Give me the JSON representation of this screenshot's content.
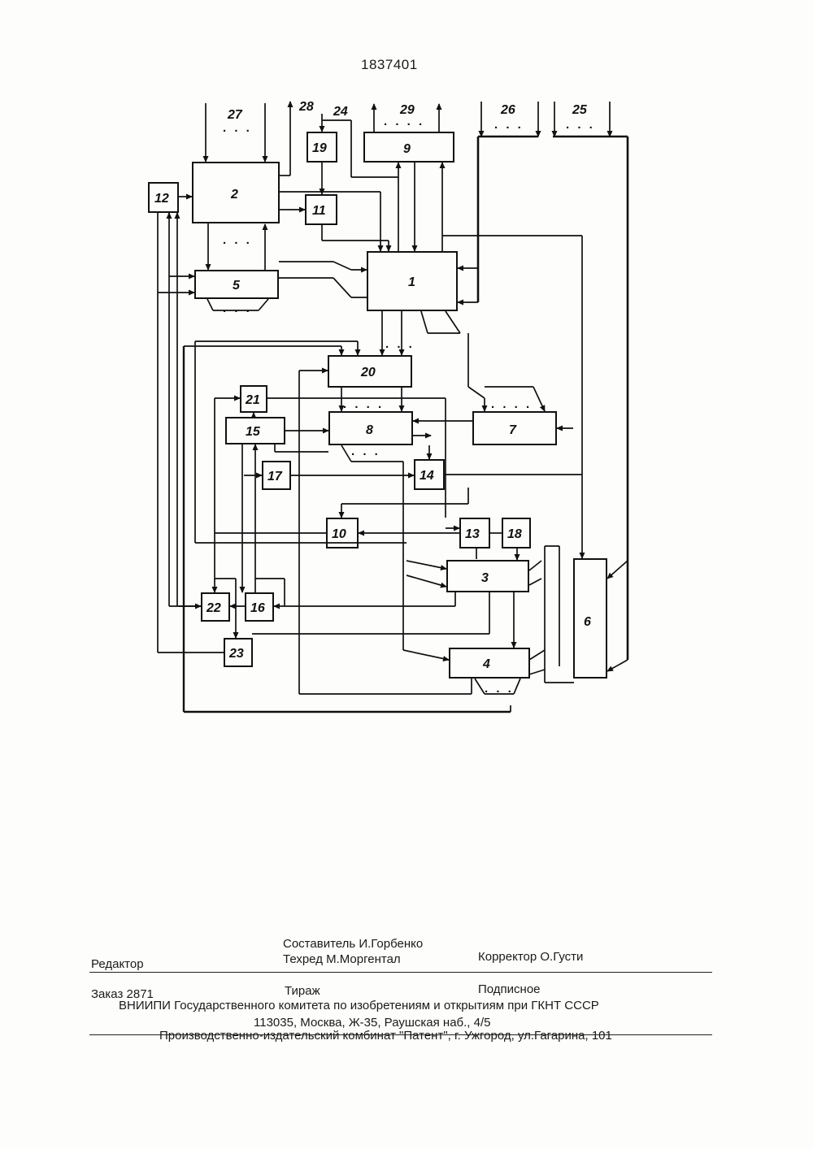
{
  "document": {
    "page_number": "1837401"
  },
  "diagram": {
    "blocks": [
      {
        "id": "b1",
        "label": "1"
      },
      {
        "id": "b2",
        "label": "2"
      },
      {
        "id": "b3",
        "label": "3"
      },
      {
        "id": "b4",
        "label": "4"
      },
      {
        "id": "b5",
        "label": "5"
      },
      {
        "id": "b6",
        "label": "6"
      },
      {
        "id": "b7",
        "label": "7"
      },
      {
        "id": "b8",
        "label": "8"
      },
      {
        "id": "b9",
        "label": "9"
      },
      {
        "id": "b10",
        "label": "10"
      },
      {
        "id": "b11",
        "label": "11"
      },
      {
        "id": "b12",
        "label": "12"
      },
      {
        "id": "b13",
        "label": "13"
      },
      {
        "id": "b14",
        "label": "14"
      },
      {
        "id": "b15",
        "label": "15"
      },
      {
        "id": "b16",
        "label": "16"
      },
      {
        "id": "b17",
        "label": "17"
      },
      {
        "id": "b18",
        "label": "18"
      },
      {
        "id": "b19",
        "label": "19"
      },
      {
        "id": "b20",
        "label": "20"
      },
      {
        "id": "b21",
        "label": "21"
      },
      {
        "id": "b22",
        "label": "22"
      },
      {
        "id": "b23",
        "label": "23"
      }
    ],
    "buses": [
      "27",
      "28",
      "24",
      "29",
      "26",
      "25"
    ]
  },
  "imprint": {
    "editor": "Редактор",
    "compiler": "Составитель И.Горбенко",
    "techred": "Техред М.Моргентал",
    "corrector": "Корректор О.Густи",
    "order": "Заказ 2871",
    "circulation": "Тираж",
    "subscription": "Подписное",
    "vniipi": "ВНИИПИ Государственного комитета по изобретениям и открытиям при ГКНТ СССР",
    "address": "113035, Москва, Ж-35, Раушская наб., 4/5",
    "plant": "Производственно-издательский комбинат \"Патент\", г. Ужгород, ул.Гагарина, 101"
  }
}
